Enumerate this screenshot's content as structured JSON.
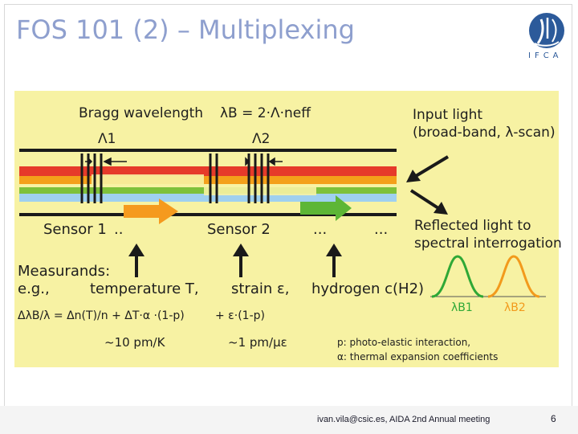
{
  "slide": {
    "title": "FOS 101 (2) – Multiplexing",
    "logo_text": "IFCA",
    "footer": "ivan.vila@csic.es, AIDA 2nd Annual meeting",
    "page_number": "6"
  },
  "figure": {
    "bragg_label": "Bragg wavelength",
    "bragg_formula": "λB = 2·Λ·neff",
    "lambda1": "Λ1",
    "lambda2": "Λ2",
    "input_light_1": "Input light",
    "input_light_2": "(broad-band, λ-scan)",
    "reflected_1": "Reflected light to",
    "reflected_2": "spectral interrogation",
    "sensor1": "Sensor 1",
    "sensor1_dots": "..",
    "sensor2": "Sensor 2",
    "dots_a": "...",
    "dots_b": "...",
    "measurands": "Measurands:",
    "eg": "e.g.,",
    "temperature": "temperature T,",
    "strain": "strain ε,",
    "hydrogen": "hydrogen c(H2)",
    "equation_a": "ΔλB/λ = Δn(T)/n + ΔT·α ·(1-p)",
    "equation_b": "+ ε·(1-p)",
    "temp_sens": "~10 pm/K",
    "strain_sens": "~1 pm/με",
    "peak1_label": "λB1",
    "peak2_label": "λB2",
    "note1": "p: photo-elastic interaction,",
    "note2": "α: thermal expansion coefficients"
  },
  "colors": {
    "title": "#8e9fce",
    "panel_background": "#f7f2a3",
    "band_red": "#e63a2a",
    "band_orange": "#f4a01a",
    "band_green": "#7ec13a",
    "band_blue": "#9fd0ef",
    "arrow_orange": "#f59a1e",
    "arrow_green": "#5db636",
    "peak_green": "#2fa836",
    "peak_orange": "#f29a1c",
    "logo_blue": "#2c5a9a"
  }
}
